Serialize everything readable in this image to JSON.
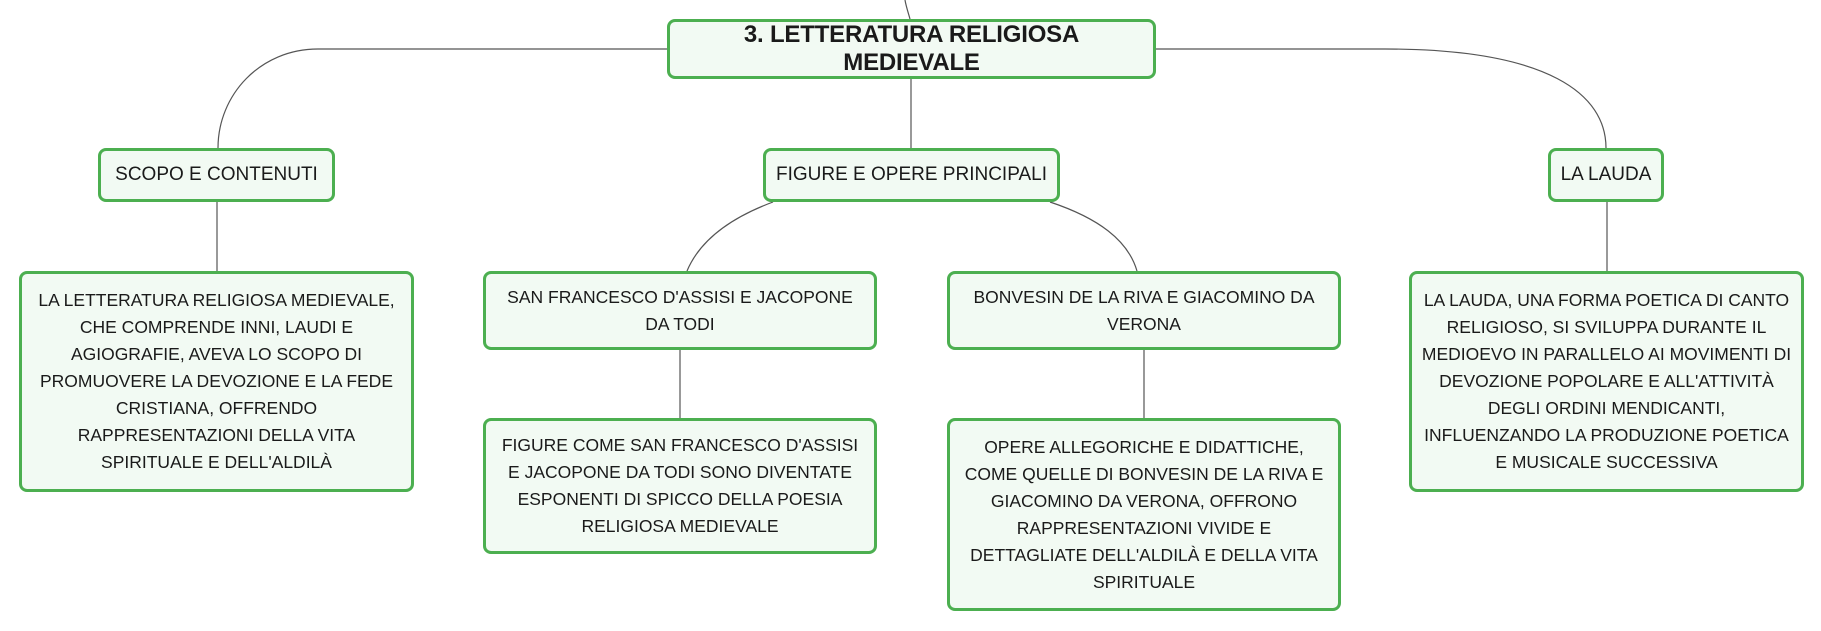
{
  "diagram": {
    "root": {
      "label": "3. LETTERATURA RELIGIOSA MEDIEVALE"
    },
    "branches": {
      "scopo": {
        "label": "SCOPO E CONTENUTI",
        "description": "LA LETTERATURA RELIGIOSA MEDIEVALE, CHE COMPRENDE INNI, LAUDI E AGIOGRAFIE, AVEVA LO SCOPO DI PROMUOVERE LA DEVOZIONE E LA FEDE CRISTIANA, OFFRENDO RAPPRESENTAZIONI DELLA VITA SPIRITUALE E DELL'ALDILÀ"
      },
      "figure": {
        "label": "FIGURE E OPERE PRINCIPALI",
        "francesco": {
          "label": "SAN FRANCESCO D'ASSISI E JACOPONE DA TODI",
          "description": "FIGURE COME SAN FRANCESCO D'ASSISI E JACOPONE DA TODI SONO DIVENTATE ESPONENTI DI SPICCO DELLA POESIA RELIGIOSA MEDIEVALE"
        },
        "bonvesin": {
          "label": "BONVESIN DE LA RIVA E GIACOMINO DA VERONA",
          "description": "OPERE ALLEGORICHE E DIDATTICHE, COME QUELLE DI BONVESIN DE LA RIVA E GIACOMINO DA VERONA, OFFRONO RAPPRESENTAZIONI VIVIDE E DETTAGLIATE DELL'ALDILÀ E DELLA VITA SPIRITUALE"
        }
      },
      "lauda": {
        "label": "LA LAUDA",
        "description": "LA LAUDA, UNA FORMA POETICA DI CANTO RELIGIOSO, SI SVILUPPA DURANTE IL MEDIOEVO IN PARALLELO AI MOVIMENTI DI DEVOZIONE POPOLARE E ALL'ATTIVITÀ DEGLI ORDINI MENDICANTI, INFLUENZANDO LA PRODUZIONE POETICA E MUSICALE SUCCESSIVA"
      }
    },
    "colors": {
      "node_border": "#4caf50",
      "node_fill": "#f2faf3",
      "connector": "#555555",
      "text": "#1a1a1a"
    }
  }
}
